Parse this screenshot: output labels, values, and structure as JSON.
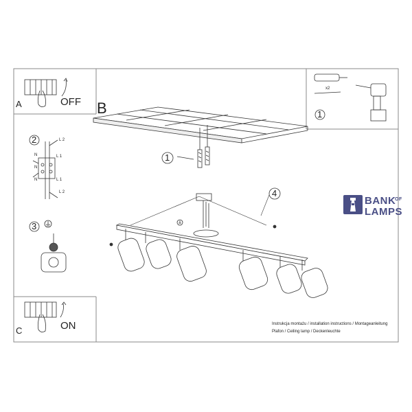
{
  "panels": {
    "a": {
      "letter": "A",
      "action": "OFF"
    },
    "b": {
      "letter": "B"
    },
    "c": {
      "letter": "C",
      "action": "ON"
    }
  },
  "steps": {
    "s1": "1",
    "s2": "2",
    "s3": "3",
    "s4": "4",
    "tools_step": "1"
  },
  "wiring": {
    "l2_top": "L 2",
    "l1_top": "L 1",
    "n_top": "N",
    "n_mid": "N",
    "n_bot": "N",
    "l1_bot": "L 1",
    "l2_bot": "L 2"
  },
  "tools": {
    "quantity": "x2"
  },
  "logo": {
    "line1": "BANK",
    "of": "OF",
    "line2": "LAMPS",
    "color": "#4a4f86"
  },
  "caption": {
    "line1": "Instrukcja montażu / installation instructions / Montageanleitung",
    "line2": "Plafon / Ceiling lamp / Deckenleuchte"
  }
}
